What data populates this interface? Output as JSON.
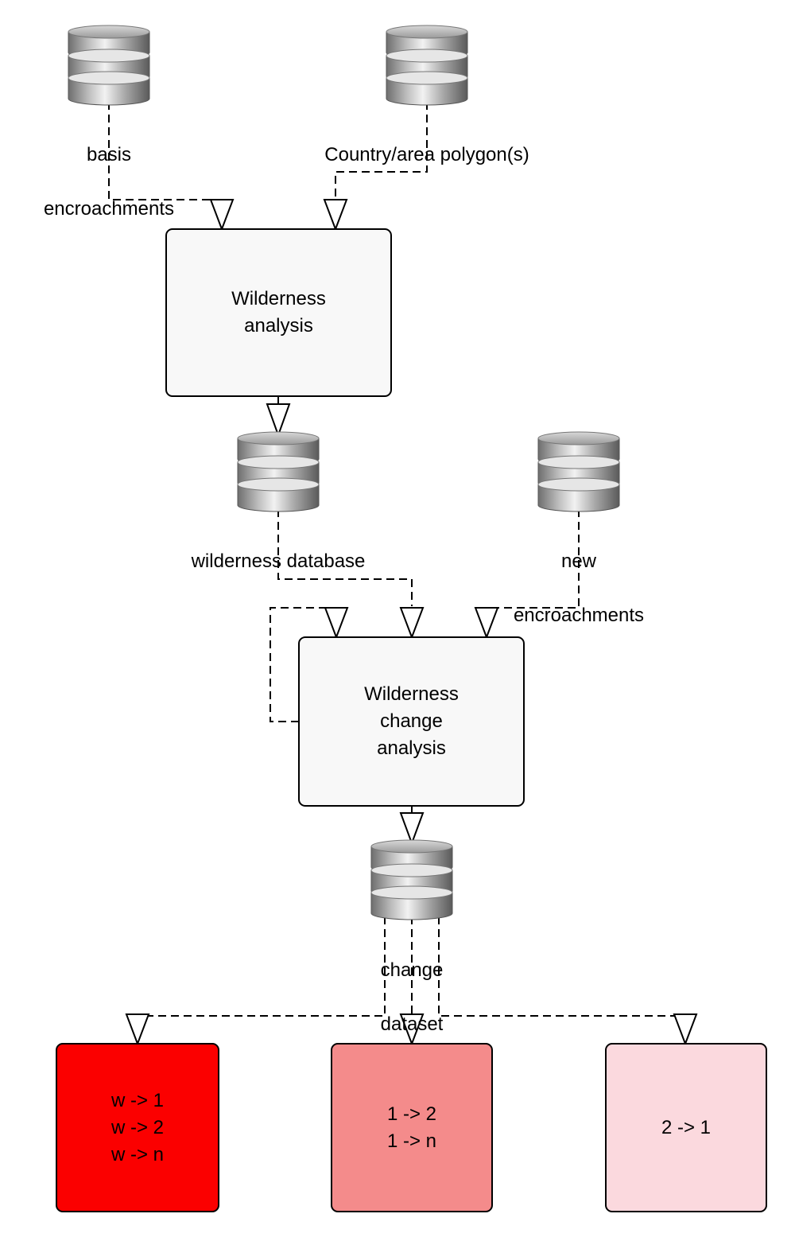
{
  "databases": {
    "basis": {
      "label_lines": [
        "basis",
        "encroachments"
      ],
      "icon": "database-icon"
    },
    "country": {
      "label_lines": [
        "Country/area polygon(s)"
      ],
      "icon": "database-icon"
    },
    "wilderness_db": {
      "label_lines": [
        "wilderness database"
      ],
      "icon": "database-icon"
    },
    "new_enc": {
      "label_lines": [
        "new",
        "encroachments"
      ],
      "icon": "database-icon"
    },
    "change_ds": {
      "label_lines": [
        "change",
        "dataset"
      ],
      "icon": "database-icon"
    }
  },
  "processes": {
    "wilderness_analysis": {
      "lines": [
        "Wilderness",
        "analysis"
      ],
      "fill": "#f8f8f8"
    },
    "change_analysis": {
      "lines": [
        "Wilderness",
        "change",
        "analysis"
      ],
      "fill": "#f8f8f8"
    }
  },
  "outputs": [
    {
      "lines": [
        "w -> 1",
        "w -> 2",
        "w -> n"
      ],
      "fill": "#fb0000"
    },
    {
      "lines": [
        "1 -> 2",
        "1 -> n"
      ],
      "fill": "#f48b8b"
    },
    {
      "lines": [
        "2 -> 1"
      ],
      "fill": "#fbd9de"
    }
  ],
  "colors": {
    "line": "#000000",
    "box_border": "#000000"
  }
}
